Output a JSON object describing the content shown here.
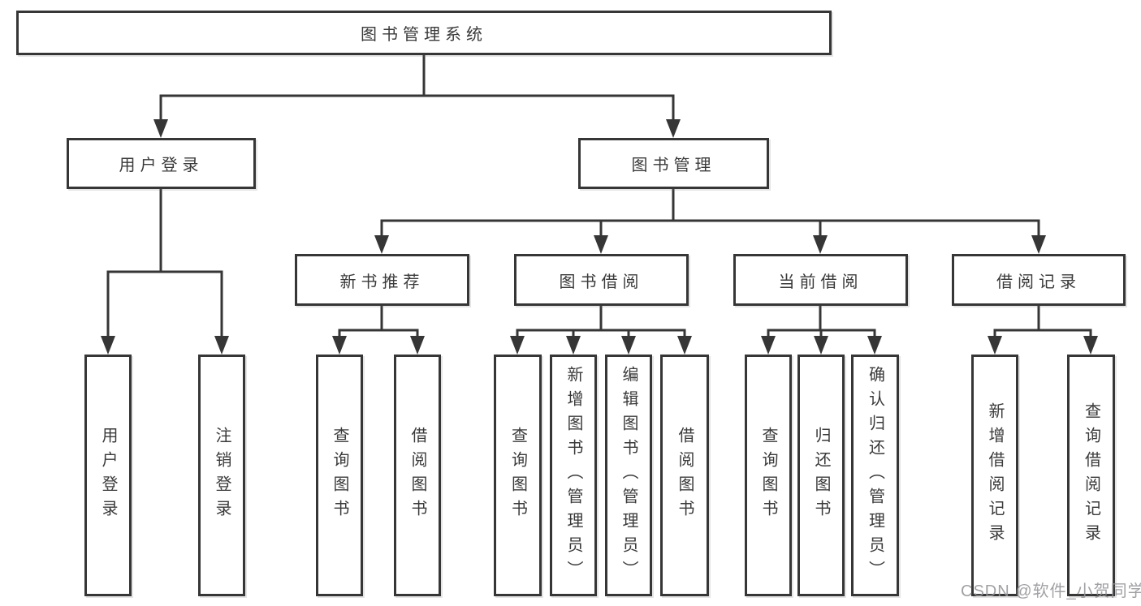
{
  "diagram": {
    "root": {
      "label": "图书管理系统"
    },
    "level2": [
      {
        "label": "用户登录",
        "parent": "图书管理系统"
      },
      {
        "label": "图书管理",
        "parent": "图书管理系统"
      }
    ],
    "level3": [
      {
        "label": "新书推荐",
        "parent": "图书管理"
      },
      {
        "label": "图书借阅",
        "parent": "图书管理"
      },
      {
        "label": "当前借阅",
        "parent": "图书管理"
      },
      {
        "label": "借阅记录",
        "parent": "图书管理"
      }
    ],
    "leaves": [
      {
        "label": "用户登录",
        "parent": "用户登录"
      },
      {
        "label": "注销登录",
        "parent": "用户登录"
      },
      {
        "label": "查询图书",
        "parent": "新书推荐"
      },
      {
        "label": "借阅图书",
        "parent": "新书推荐"
      },
      {
        "label": "查询图书",
        "parent": "图书借阅"
      },
      {
        "label": "新增图书（管理员）",
        "parent": "图书借阅"
      },
      {
        "label": "编辑图书（管理员）",
        "parent": "图书借阅"
      },
      {
        "label": "借阅图书",
        "parent": "图书借阅"
      },
      {
        "label": "查询图书",
        "parent": "当前借阅"
      },
      {
        "label": "归还图书",
        "parent": "当前借阅"
      },
      {
        "label": "确认归还（管理员）",
        "parent": "当前借阅"
      },
      {
        "label": "新增借阅记录",
        "parent": "借阅记录"
      },
      {
        "label": "查询借阅记录",
        "parent": "借阅记录"
      }
    ],
    "colors": {
      "line": "#363636",
      "text": "#3a3a3a",
      "background": "#ffffff",
      "watermark": "#949499"
    }
  },
  "watermark": {
    "text": "CSDN @软件_小贺同学"
  }
}
